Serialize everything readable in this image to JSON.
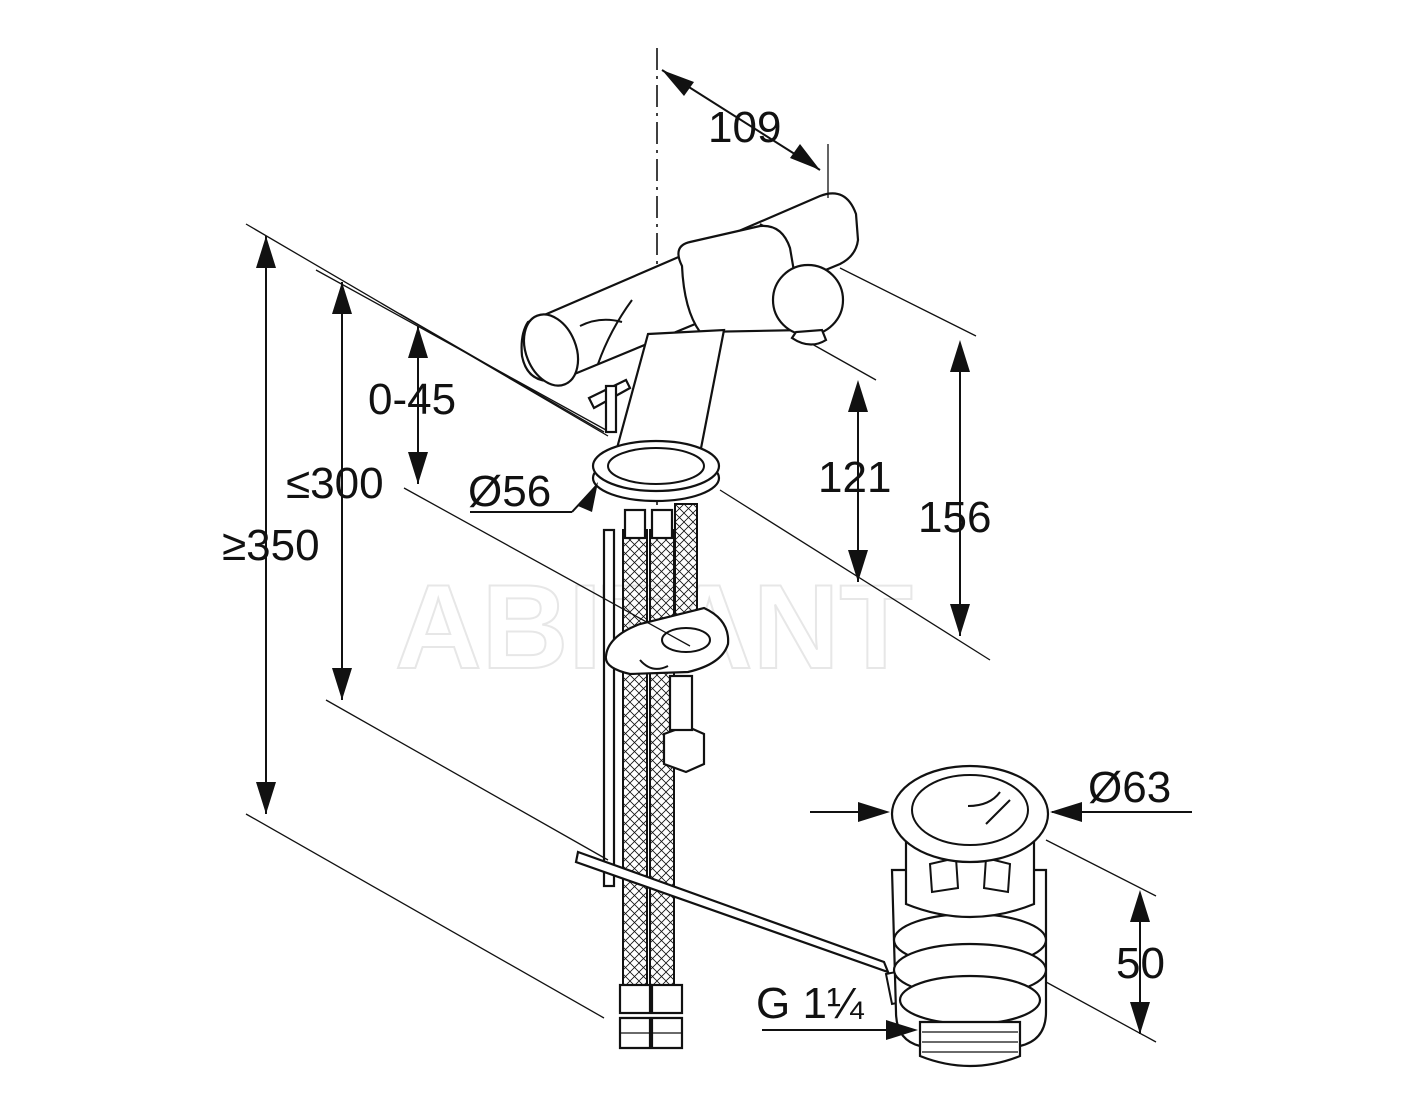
{
  "watermark": "ABITANT",
  "dimensions": {
    "faucet_reach": "109",
    "spout_height": "121",
    "total_height": "156",
    "pop_up_travel": "0-45",
    "max_deck_thickness": "≤300",
    "min_under_sink_clearance": "≥350",
    "mounting_diameter": "Ø56",
    "drain_diameter": "Ø63",
    "drain_height": "50",
    "drain_thread": "G 1¼"
  }
}
